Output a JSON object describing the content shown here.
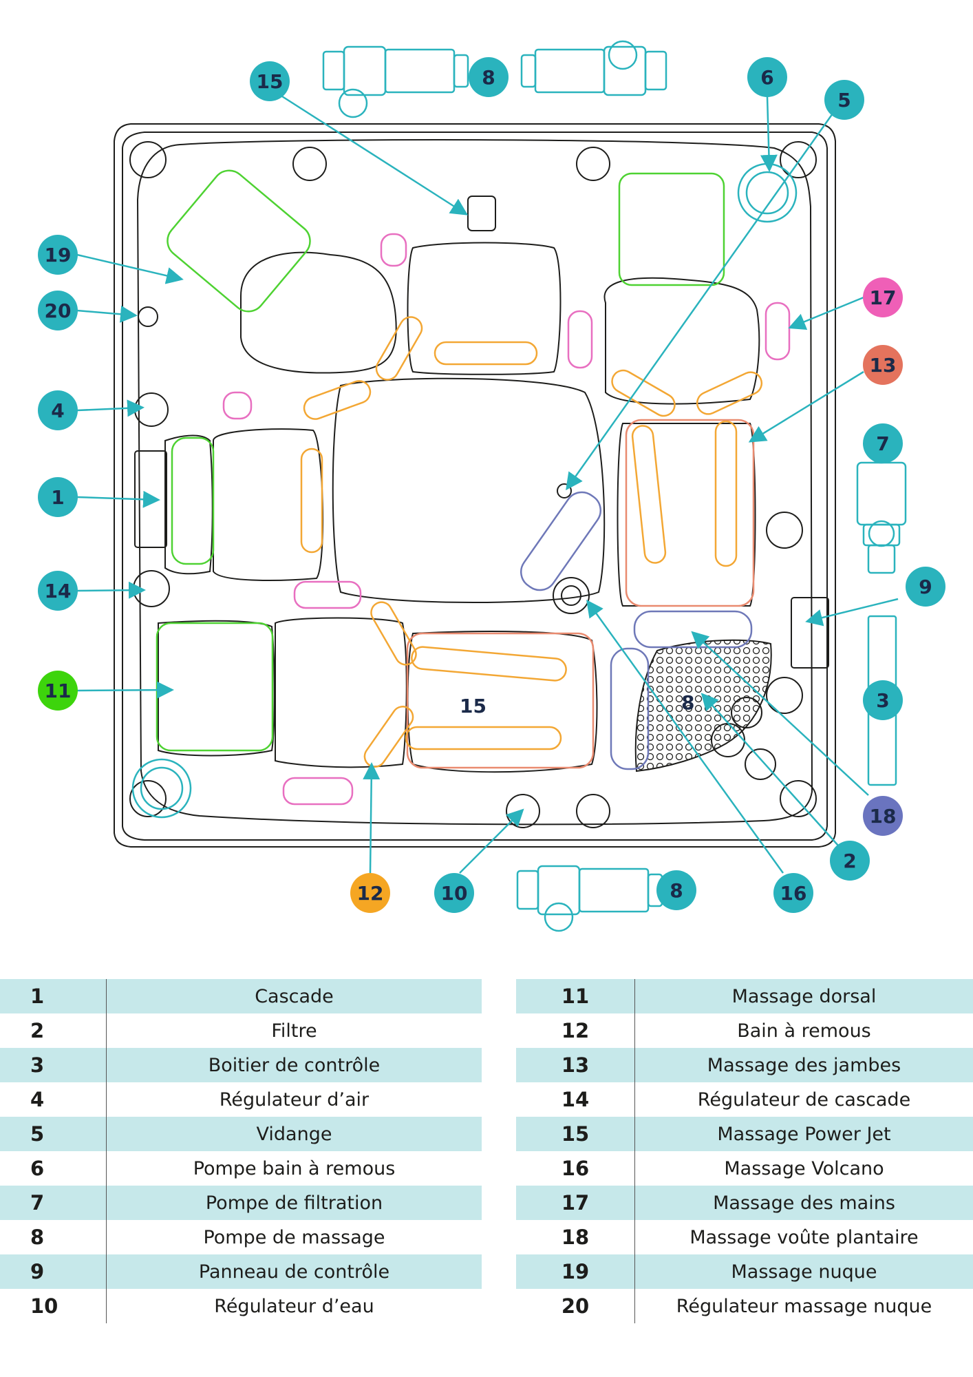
{
  "colors": {
    "teal": "#2ab3bd",
    "arrow": "#2ab3bd",
    "green": "#4ed232",
    "orange": "#f3a734",
    "salmon": "#e98a6f",
    "pink": "#e86fc0",
    "blue_violet": "#6e78b8",
    "tomato_marker": "#e4735d",
    "magenta_marker": "#ef5fb7",
    "violet_marker": "#6a74bf",
    "lime_marker": "#3dd40c",
    "amber_marker": "#f5a623",
    "table_band": "#c6e8ea"
  },
  "markers": [
    {
      "num": "15",
      "color": "teal"
    },
    {
      "num": "8",
      "color": "teal"
    },
    {
      "num": "6",
      "color": "teal"
    },
    {
      "num": "5",
      "color": "teal"
    },
    {
      "num": "19",
      "color": "teal"
    },
    {
      "num": "20",
      "color": "teal"
    },
    {
      "num": "17",
      "color": "magenta"
    },
    {
      "num": "13",
      "color": "tomato"
    },
    {
      "num": "4",
      "color": "teal"
    },
    {
      "num": "7",
      "color": "teal"
    },
    {
      "num": "1",
      "color": "teal"
    },
    {
      "num": "9",
      "color": "teal"
    },
    {
      "num": "14",
      "color": "teal"
    },
    {
      "num": "11",
      "color": "lime"
    },
    {
      "num": "3",
      "color": "teal"
    },
    {
      "num": "18",
      "color": "violet"
    },
    {
      "num": "2",
      "color": "teal"
    },
    {
      "num": "12",
      "color": "amber"
    },
    {
      "num": "10",
      "color": "teal"
    },
    {
      "num": "8",
      "color": "teal"
    },
    {
      "num": "16",
      "color": "teal"
    }
  ],
  "inner_labels": {
    "label_15": "15",
    "label_8": "8"
  },
  "legend_left": [
    {
      "num": "1",
      "label": "Cascade"
    },
    {
      "num": "2",
      "label": "Filtre"
    },
    {
      "num": "3",
      "label": "Boitier de contrôle"
    },
    {
      "num": "4",
      "label": "Régulateur d’air"
    },
    {
      "num": "5",
      "label": "Vidange"
    },
    {
      "num": "6",
      "label": "Pompe bain à remous"
    },
    {
      "num": "7",
      "label": "Pompe de filtration"
    },
    {
      "num": "8",
      "label": "Pompe de massage"
    },
    {
      "num": "9",
      "label": "Panneau de contrôle"
    },
    {
      "num": "10",
      "label": "Régulateur d’eau"
    }
  ],
  "legend_right": [
    {
      "num": "11",
      "label": "Massage dorsal"
    },
    {
      "num": "12",
      "label": "Bain à remous"
    },
    {
      "num": "13",
      "label": "Massage des jambes"
    },
    {
      "num": "14",
      "label": "Régulateur de cascade"
    },
    {
      "num": "15",
      "label": "Massage Power Jet"
    },
    {
      "num": "16",
      "label": "Massage Volcano"
    },
    {
      "num": "17",
      "label": "Massage des mains"
    },
    {
      "num": "18",
      "label": "Massage voûte plantaire"
    },
    {
      "num": "19",
      "label": "Massage nuque"
    },
    {
      "num": "20",
      "label": "Régulateur massage nuque"
    }
  ]
}
